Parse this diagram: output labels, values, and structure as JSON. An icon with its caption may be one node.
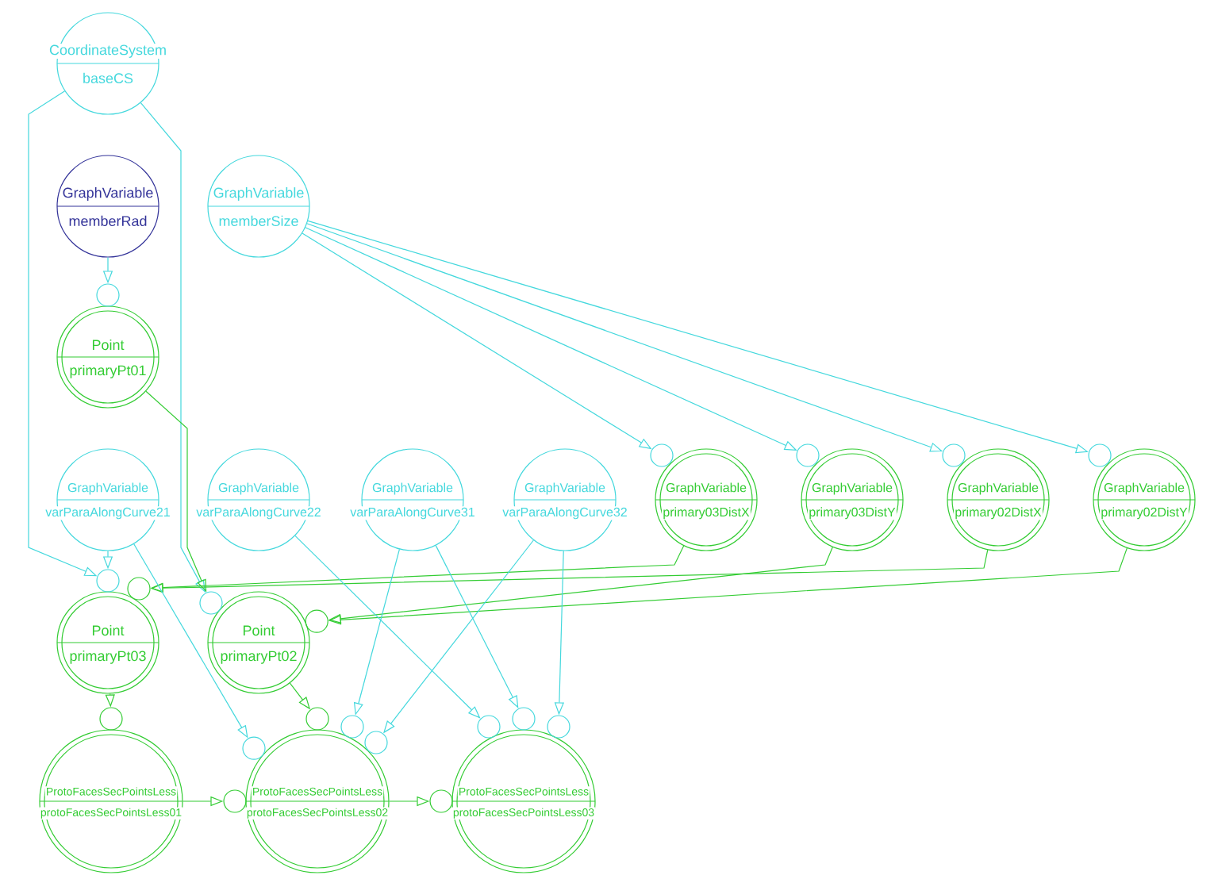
{
  "diagram": {
    "nodes": [
      {
        "text": [
          "CoordinateSystem",
          "baseCS"
        ]
      },
      {
        "text": [
          "GraphVariable",
          "memberRad"
        ]
      },
      {
        "text": [
          "GraphVariable",
          "memberSize"
        ]
      },
      {
        "text": [
          "Point",
          "primaryPt01"
        ]
      },
      {
        "text": [
          "GraphVariable",
          "varParaAlongCurve21"
        ]
      },
      {
        "text": [
          "GraphVariable",
          "varParaAlongCurve22"
        ]
      },
      {
        "text": [
          "GraphVariable",
          "varParaAlongCurve31"
        ]
      },
      {
        "text": [
          "GraphVariable",
          "varParaAlongCurve32"
        ]
      },
      {
        "text": [
          "GraphVariable",
          "primary03DistX"
        ]
      },
      {
        "text": [
          "GraphVariable",
          "primary03DistY"
        ]
      },
      {
        "text": [
          "GraphVariable",
          "primary02DistX"
        ]
      },
      {
        "text": [
          "GraphVariable",
          "primary02DistY"
        ]
      },
      {
        "text": [
          "Point",
          "primaryPt03"
        ]
      },
      {
        "text": [
          "Point",
          "primaryPt02"
        ]
      },
      {
        "text": [
          "ProtoFacesSecPointsLess",
          "protoFacesSecPointsLess01"
        ]
      },
      {
        "text": [
          "ProtoFacesSecPointsLess",
          "protoFacesSecPointsLess02"
        ]
      },
      {
        "text": [
          "ProtoFacesSecPointsLess",
          "protoFacesSecPointsLess03"
        ]
      },
      {
        "text": [],
        "shape": "circle"
      },
      {
        "text": [],
        "shape": "circle"
      },
      {
        "text": [],
        "shape": "circle"
      },
      {
        "text": [],
        "shape": "circle"
      },
      {
        "text": [],
        "shape": "circle"
      },
      {
        "text": [],
        "shape": "circle"
      },
      {
        "text": [],
        "shape": "circle"
      },
      {
        "text": [],
        "shape": "circle"
      },
      {
        "text": [],
        "shape": "circle"
      },
      {
        "text": [],
        "shape": "circle"
      },
      {
        "text": [],
        "shape": "circle"
      },
      {
        "text": [],
        "shape": "circle"
      },
      {
        "text": [],
        "shape": "circle"
      },
      {
        "text": [],
        "shape": "circle"
      },
      {
        "text": [],
        "shape": "circle"
      },
      {
        "text": [],
        "shape": "circle"
      },
      {
        "text": [],
        "shape": "circle"
      },
      {
        "text": [],
        "shape": "circle"
      },
      {
        "text": [],
        "shape": "circle"
      }
    ],
    "edges": [
      {
        "from": 0,
        "to": 22,
        "arrow": "to"
      },
      {
        "from": 0,
        "to": 24,
        "arrow": "to"
      },
      {
        "from": 1,
        "to": 17,
        "arrow": "to"
      },
      {
        "from": 2,
        "to": 18,
        "arrow": "to"
      },
      {
        "from": 2,
        "to": 19,
        "arrow": "to"
      },
      {
        "from": 2,
        "to": 20,
        "arrow": "to"
      },
      {
        "from": 2,
        "to": 21,
        "arrow": "to"
      },
      {
        "from": 3,
        "to": 24,
        "arrow": "to",
        "color": "#33cc33"
      },
      {
        "from": 4,
        "to": 22,
        "arrow": "to"
      },
      {
        "from": 8,
        "to": 23,
        "arrow": "to",
        "color": "#33cc33"
      },
      {
        "from": 10,
        "to": 23,
        "arrow": "to",
        "color": "#33cc33"
      },
      {
        "from": 9,
        "to": 25,
        "arrow": "to",
        "color": "#33cc33"
      },
      {
        "from": 11,
        "to": 25,
        "arrow": "to",
        "color": "#33cc33"
      },
      {
        "from": 12,
        "to": 26,
        "arrow": "to",
        "color": "#33cc33"
      },
      {
        "from": 4,
        "to": 27,
        "arrow": "to"
      },
      {
        "from": 13,
        "to": 28,
        "arrow": "to",
        "color": "#33cc33"
      },
      {
        "from": 6,
        "to": 29,
        "arrow": "to"
      },
      {
        "from": 7,
        "to": 30,
        "arrow": "to"
      },
      {
        "from": 5,
        "to": 31,
        "arrow": "to"
      },
      {
        "from": 6,
        "to": 32,
        "arrow": "to"
      },
      {
        "from": 7,
        "to": 33,
        "arrow": "to"
      },
      {
        "from": 14,
        "to": 34,
        "arrow": "to",
        "color": "#33cc33"
      },
      {
        "from": 15,
        "to": 35,
        "arrow": "to",
        "color": "#33cc33"
      }
    ]
  }
}
